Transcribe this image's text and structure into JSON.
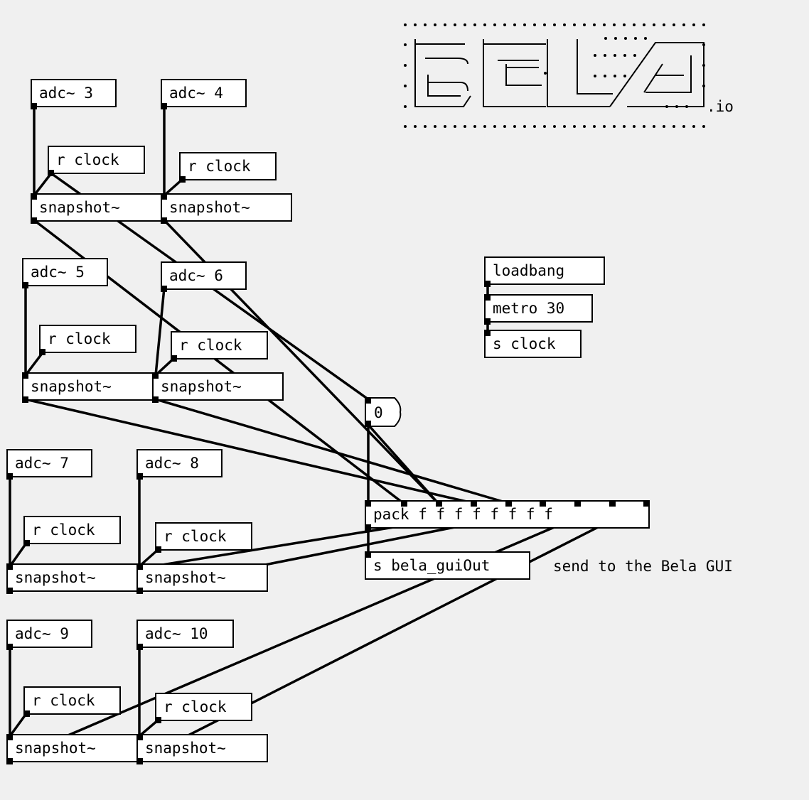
{
  "objects": {
    "adc3": "adc~ 3",
    "adc4": "adc~ 4",
    "adc5": "adc~ 5",
    "adc6": "adc~ 6",
    "adc7": "adc~ 7",
    "adc8": "adc~ 8",
    "adc9": "adc~ 9",
    "adc10": "adc~ 10",
    "rclock": "r clock",
    "snapshot": "snapshot~",
    "loadbang": "loadbang",
    "metro": "metro 30",
    "sclock": "s clock",
    "pack": "pack f f f f f f f f",
    "send_gui": "s bela_guiOut"
  },
  "number_box": {
    "value": "0"
  },
  "comment": "send to the Bela GUI",
  "logo": {
    "suffix": ".io"
  }
}
